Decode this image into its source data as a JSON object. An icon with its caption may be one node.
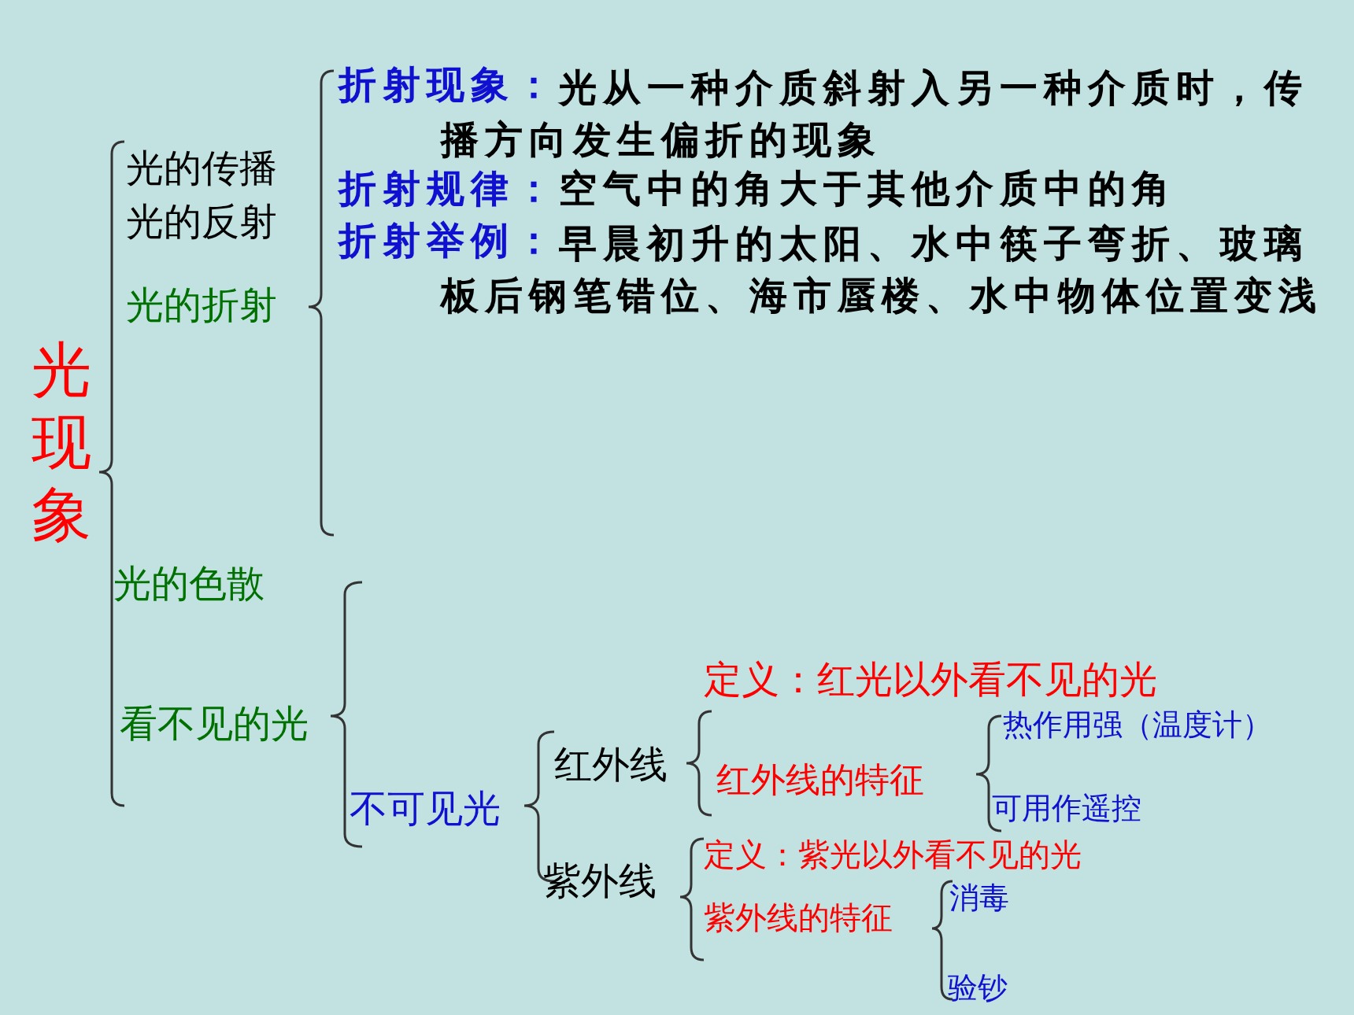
{
  "diagram": {
    "labels": [
      "折射现象：",
      "光从一种介质斜射入另一种介质时，传播方向发生偏折的现象",
      "光的传播",
      "光的反射",
      "折射规律：",
      "空气中的角大于其他介质中的角",
      "折射举例：",
      "早晨初升的太阳、水中筷子弯折、玻璃板后钢笔错位、海市蜃楼、水中物体位置变浅",
      "光的折射",
      "光现象",
      "光的色散",
      "定义：红光以外看不见的光",
      "热作用强（温度计）",
      "看不见的光",
      "红外线",
      "红外线的特征",
      "不可见光",
      "可用作遥控",
      "紫外线",
      "定义：紫光以外看不见的光",
      "紫外线的特征",
      "消毒",
      "验钞"
    ]
  }
}
